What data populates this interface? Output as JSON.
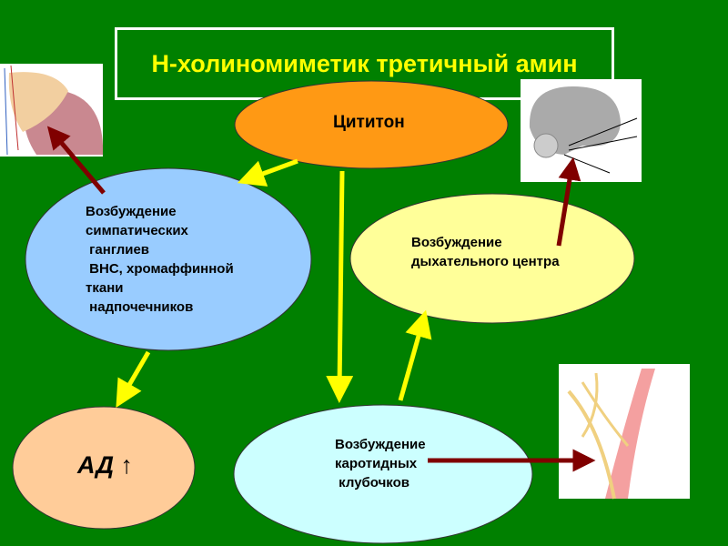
{
  "title": "Н-холиномиметик третичный амин",
  "nodes": {
    "drug": "Цититон",
    "sympathetic": "Возбуждение\nсимпатических\n ганглиев\n ВНС, хромаффинной\nткани\n надпочечников",
    "respiratory": "Возбуждение\nдыхательного центра",
    "bp": "АД ↑",
    "carotid": "Возбуждение\nкаротидных\n клубочков"
  },
  "colors": {
    "background": "#008000",
    "title_text": "#ffff00",
    "drug": "#ff9914",
    "sympathetic": "#99ccff",
    "respiratory": "#ffff99",
    "bp": "#ffcc99",
    "carotid": "#ccffff",
    "yellow_arrow": "#ffff00",
    "red_arrow": "#800000"
  },
  "images": [
    "adrenal-gland-illustration",
    "brain-illustration",
    "carotid-body-illustration"
  ]
}
